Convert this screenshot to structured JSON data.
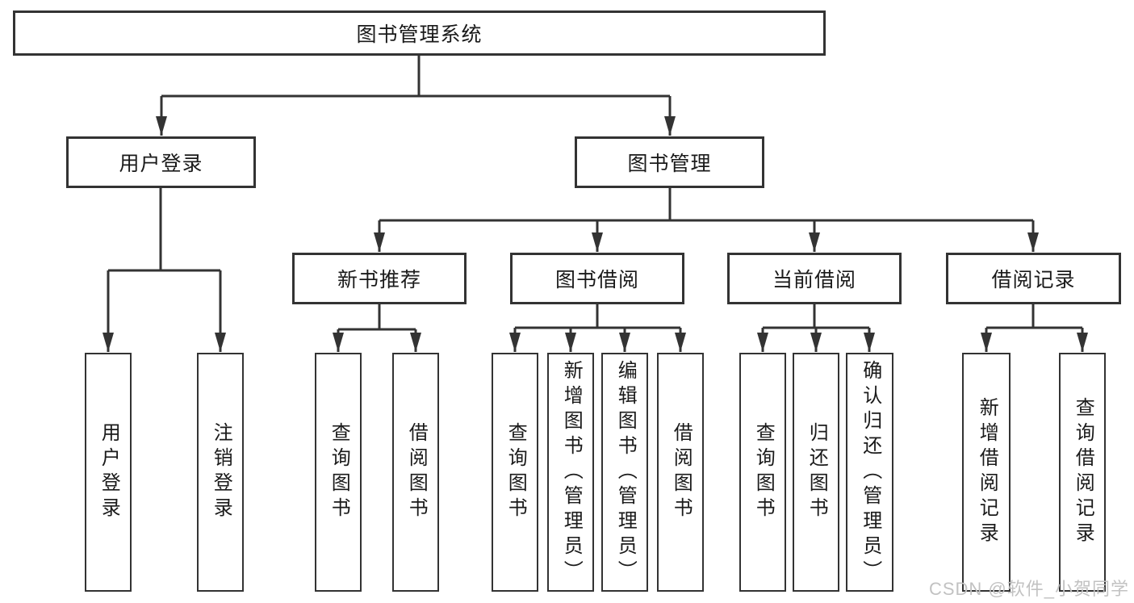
{
  "diagram": {
    "title": "图书管理系统",
    "root": {
      "label": "图书管理系统"
    },
    "level2": [
      {
        "id": "user-login",
        "label": "用户登录",
        "parent": "图书管理系统"
      },
      {
        "id": "book-management",
        "label": "图书管理",
        "parent": "图书管理系统"
      }
    ],
    "level3": [
      {
        "id": "new-book-recommend",
        "label": "新书推荐",
        "parent": "图书管理"
      },
      {
        "id": "book-borrow",
        "label": "图书借阅",
        "parent": "图书管理"
      },
      {
        "id": "current-borrow",
        "label": "当前借阅",
        "parent": "图书管理"
      },
      {
        "id": "borrow-records",
        "label": "借阅记录",
        "parent": "图书管理"
      }
    ],
    "leaves": [
      {
        "label": "用户登录",
        "parent": "用户登录"
      },
      {
        "label": "注销登录",
        "parent": "用户登录"
      },
      {
        "label": "查询图书",
        "parent": "新书推荐"
      },
      {
        "label": "借阅图书",
        "parent": "新书推荐"
      },
      {
        "label": "查询图书",
        "parent": "图书借阅"
      },
      {
        "label": "新增图书（管理员）",
        "parent": "图书借阅"
      },
      {
        "label": "编辑图书（管理员）",
        "parent": "图书借阅"
      },
      {
        "label": "借阅图书",
        "parent": "图书借阅"
      },
      {
        "label": "查询图书",
        "parent": "当前借阅"
      },
      {
        "label": "归还图书",
        "parent": "当前借阅"
      },
      {
        "label": "确认归还（管理员）",
        "parent": "当前借阅"
      },
      {
        "label": "新增借阅记录",
        "parent": "借阅记录"
      },
      {
        "label": "查询借阅记录",
        "parent": "借阅记录"
      }
    ]
  },
  "watermark": {
    "text": "CSDN @软件_小贺同学"
  },
  "colors": {
    "background": "#ffffff",
    "line": "#333333",
    "box_border": "#333333",
    "text": "#1a1a1a",
    "watermark": "#c2c2c2"
  }
}
